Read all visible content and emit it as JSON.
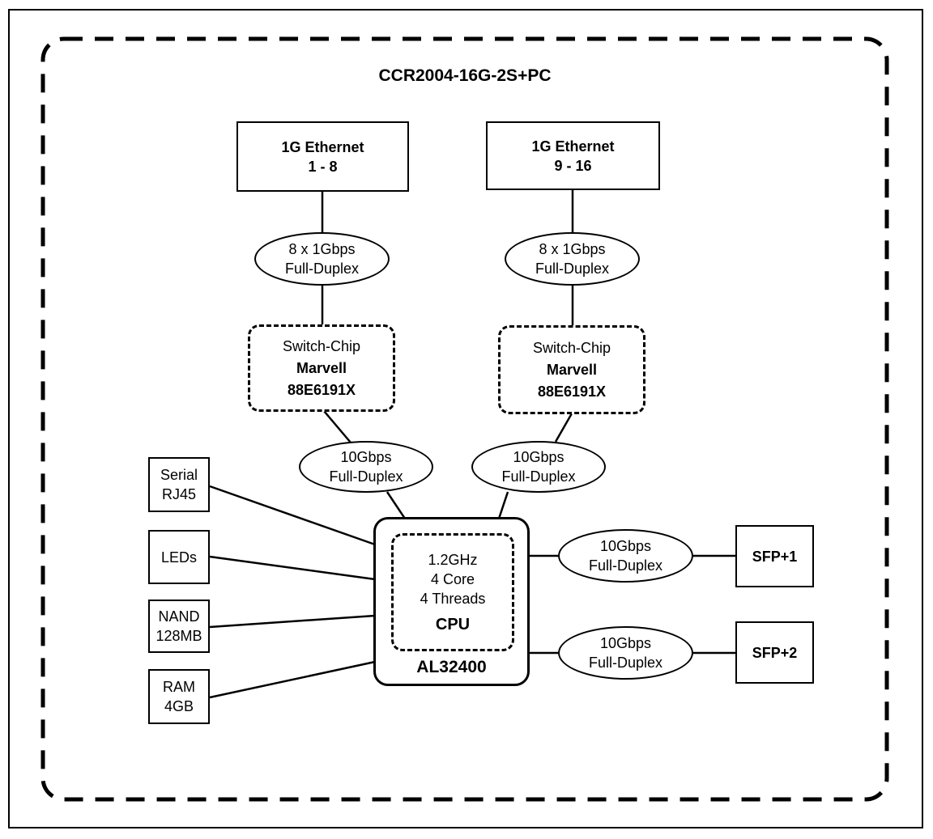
{
  "title": "CCR2004-16G-2S+PC",
  "colors": {
    "line": "#000000",
    "background": "#ffffff"
  },
  "nodes": {
    "eth_1_8": {
      "name": "1G Ethernet",
      "range": "1 - 8"
    },
    "eth_9_16": {
      "name": "1G Ethernet",
      "range": "9 - 16"
    },
    "bus_1g_left": {
      "rate": "8 x 1Gbps",
      "mode": "Full-Duplex"
    },
    "bus_1g_right": {
      "rate": "8 x 1Gbps",
      "mode": "Full-Duplex"
    },
    "switch_left": {
      "role": "Switch-Chip",
      "vendor": "Marvell",
      "model": "88E6191X"
    },
    "switch_right": {
      "role": "Switch-Chip",
      "vendor": "Marvell",
      "model": "88E6191X"
    },
    "bus_10g_left": {
      "rate": "10Gbps",
      "mode": "Full-Duplex"
    },
    "bus_10g_right": {
      "rate": "10Gbps",
      "mode": "Full-Duplex"
    },
    "serial": {
      "line1": "Serial",
      "line2": "RJ45"
    },
    "leds": {
      "line1": "LEDs"
    },
    "nand": {
      "line1": "NAND",
      "line2": "128MB"
    },
    "ram": {
      "line1": "RAM",
      "line2": "4GB"
    },
    "cpu": {
      "clock": "1.2GHz",
      "cores": "4 Core",
      "threads": "4 Threads",
      "label": "CPU",
      "model": "AL32400"
    },
    "bus_10g_sfp1": {
      "rate": "10Gbps",
      "mode": "Full-Duplex"
    },
    "bus_10g_sfp2": {
      "rate": "10Gbps",
      "mode": "Full-Duplex"
    },
    "sfp1": {
      "label": "SFP+1"
    },
    "sfp2": {
      "label": "SFP+2"
    }
  }
}
